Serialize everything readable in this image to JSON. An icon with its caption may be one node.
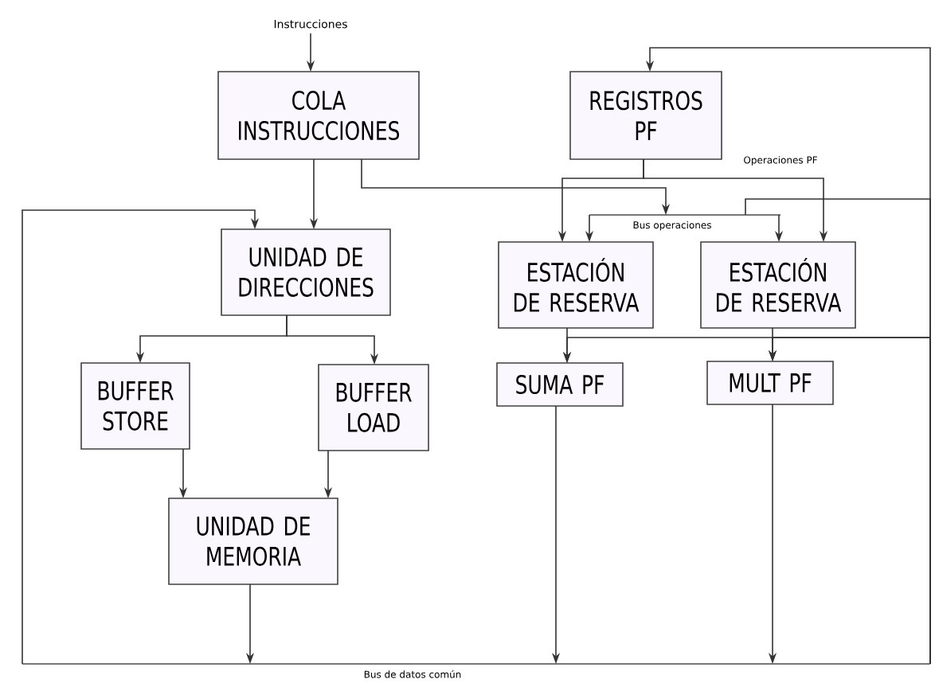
{
  "diagram": {
    "nodes": [
      {
        "text": [
          "Instrucciones"
        ]
      },
      {
        "text": [
          "COLA INSTRUCCIONES"
        ]
      },
      {
        "text": [
          "REGISTROS PF"
        ]
      },
      {
        "text": [
          "UNIDAD DE DIRECCIONES"
        ]
      },
      {
        "text": [
          "Bus operaciones"
        ]
      },
      {
        "text": [
          "ESTACIÓN DE RESERVA"
        ]
      },
      {
        "text": [
          "ESTACIÓN DE RESERVA"
        ]
      },
      {
        "text": [
          "BUFFER STORE"
        ]
      },
      {
        "text": [
          "BUFFER LOAD"
        ]
      },
      {
        "text": [
          "SUMA PF"
        ]
      },
      {
        "text": [
          "MULT PF"
        ]
      },
      {
        "text": [
          "UNIDAD DE MEMORIA"
        ]
      },
      {
        "text": [
          "Bus de datos común"
        ]
      }
    ],
    "edges": [
      {
        "from": 0,
        "to": 1,
        "arrow": "to"
      },
      {
        "from": 1,
        "to": 3,
        "arrow": "to"
      },
      {
        "from": 1,
        "to": 4,
        "arrow": "to"
      },
      {
        "from": 2,
        "to": 5,
        "arrow": "to"
      },
      {
        "from": 2,
        "to": 6,
        "arrow": "to",
        "label": "Operaciones PF"
      },
      {
        "from": 4,
        "to": 5,
        "arrow": "to"
      },
      {
        "from": 4,
        "to": 6,
        "arrow": "to"
      },
      {
        "from": 3,
        "to": 7,
        "arrow": "to"
      },
      {
        "from": 3,
        "to": 8,
        "arrow": "to"
      },
      {
        "from": 7,
        "to": 11,
        "arrow": "to"
      },
      {
        "from": 8,
        "to": 11,
        "arrow": "to"
      },
      {
        "from": 5,
        "to": 9,
        "arrow": "to"
      },
      {
        "from": 6,
        "to": 10,
        "arrow": "to"
      },
      {
        "from": 11,
        "to": 12,
        "arrow": "to"
      },
      {
        "from": 9,
        "to": 12,
        "arrow": "to"
      },
      {
        "from": 10,
        "to": 12,
        "arrow": "to"
      },
      {
        "from": 12,
        "to": 3,
        "arrow": "to"
      },
      {
        "from": 12,
        "to": 2,
        "arrow": "to"
      },
      {
        "from": 12,
        "to": 4,
        "arrow": "none"
      },
      {
        "from": 12,
        "to": 9,
        "arrow": "to"
      },
      {
        "from": 12,
        "to": 10,
        "arrow": "to"
      }
    ]
  }
}
